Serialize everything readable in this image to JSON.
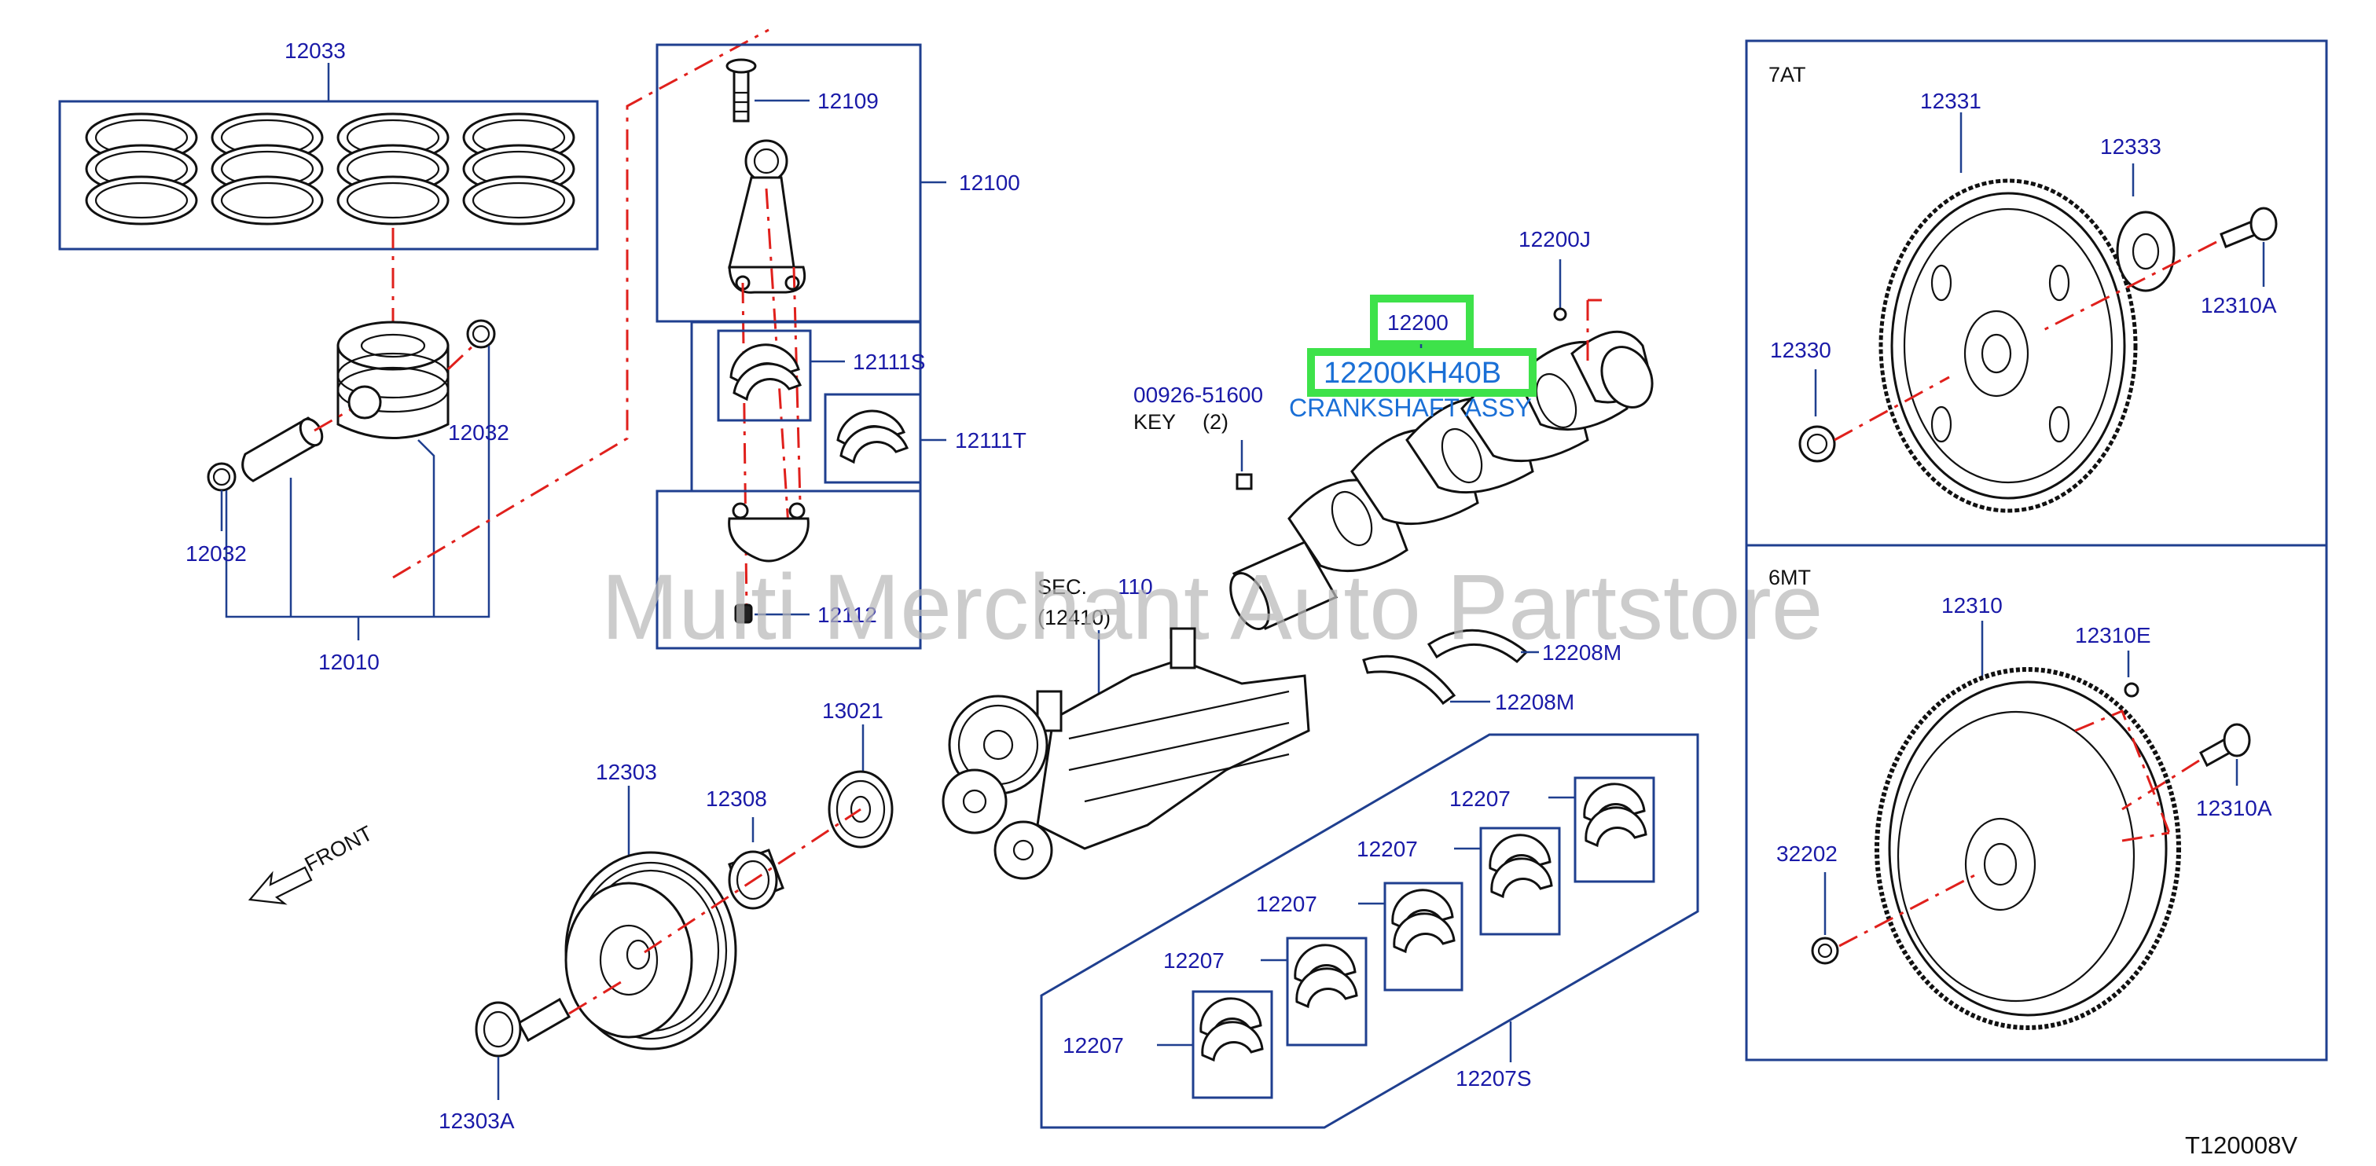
{
  "labels": {
    "p12033": "12033",
    "p12010": "12010",
    "p12032_r": "12032",
    "p12032_l": "12032",
    "p12109": "12109",
    "p12100": "12100",
    "p12111S": "12111S",
    "p12111T": "12111T",
    "p12112": "12112",
    "p00926": "00926-51600",
    "key": "KEY",
    "key_qty": "(2)",
    "sec": "SEC.",
    "sec_num": "110",
    "sec_sub": "(12410)",
    "p12200J": "12200J",
    "p12200": "12200",
    "p12200KH40B": "12200KH40B",
    "crank_name": "CRANKSHAFT ASSY",
    "p12208M_a": "12208M",
    "p12208M_b": "12208M",
    "p13021": "13021",
    "p12303": "12303",
    "p12308": "12308",
    "p12303A": "12303A",
    "front": "FRONT",
    "p12207_1": "12207",
    "p12207_2": "12207",
    "p12207_3": "12207",
    "p12207_4": "12207",
    "p12207_5": "12207",
    "p12207S": "12207S",
    "at7": "7AT",
    "p12331": "12331",
    "p12333": "12333",
    "p12310A_top": "12310A",
    "p12330": "12330",
    "mt6": "6MT",
    "p12310": "12310",
    "p12310E": "12310E",
    "p12310A_bot": "12310A",
    "p32202": "32202",
    "code": "T120008V"
  },
  "watermark": "Multi Merchant Auto Partstore",
  "colors": {
    "label": "#1a1aa8",
    "frame": "#1f3f8f",
    "centerline": "#e0201c",
    "highlight": "#3ee24a",
    "selected_text": "#1a6fd6"
  }
}
